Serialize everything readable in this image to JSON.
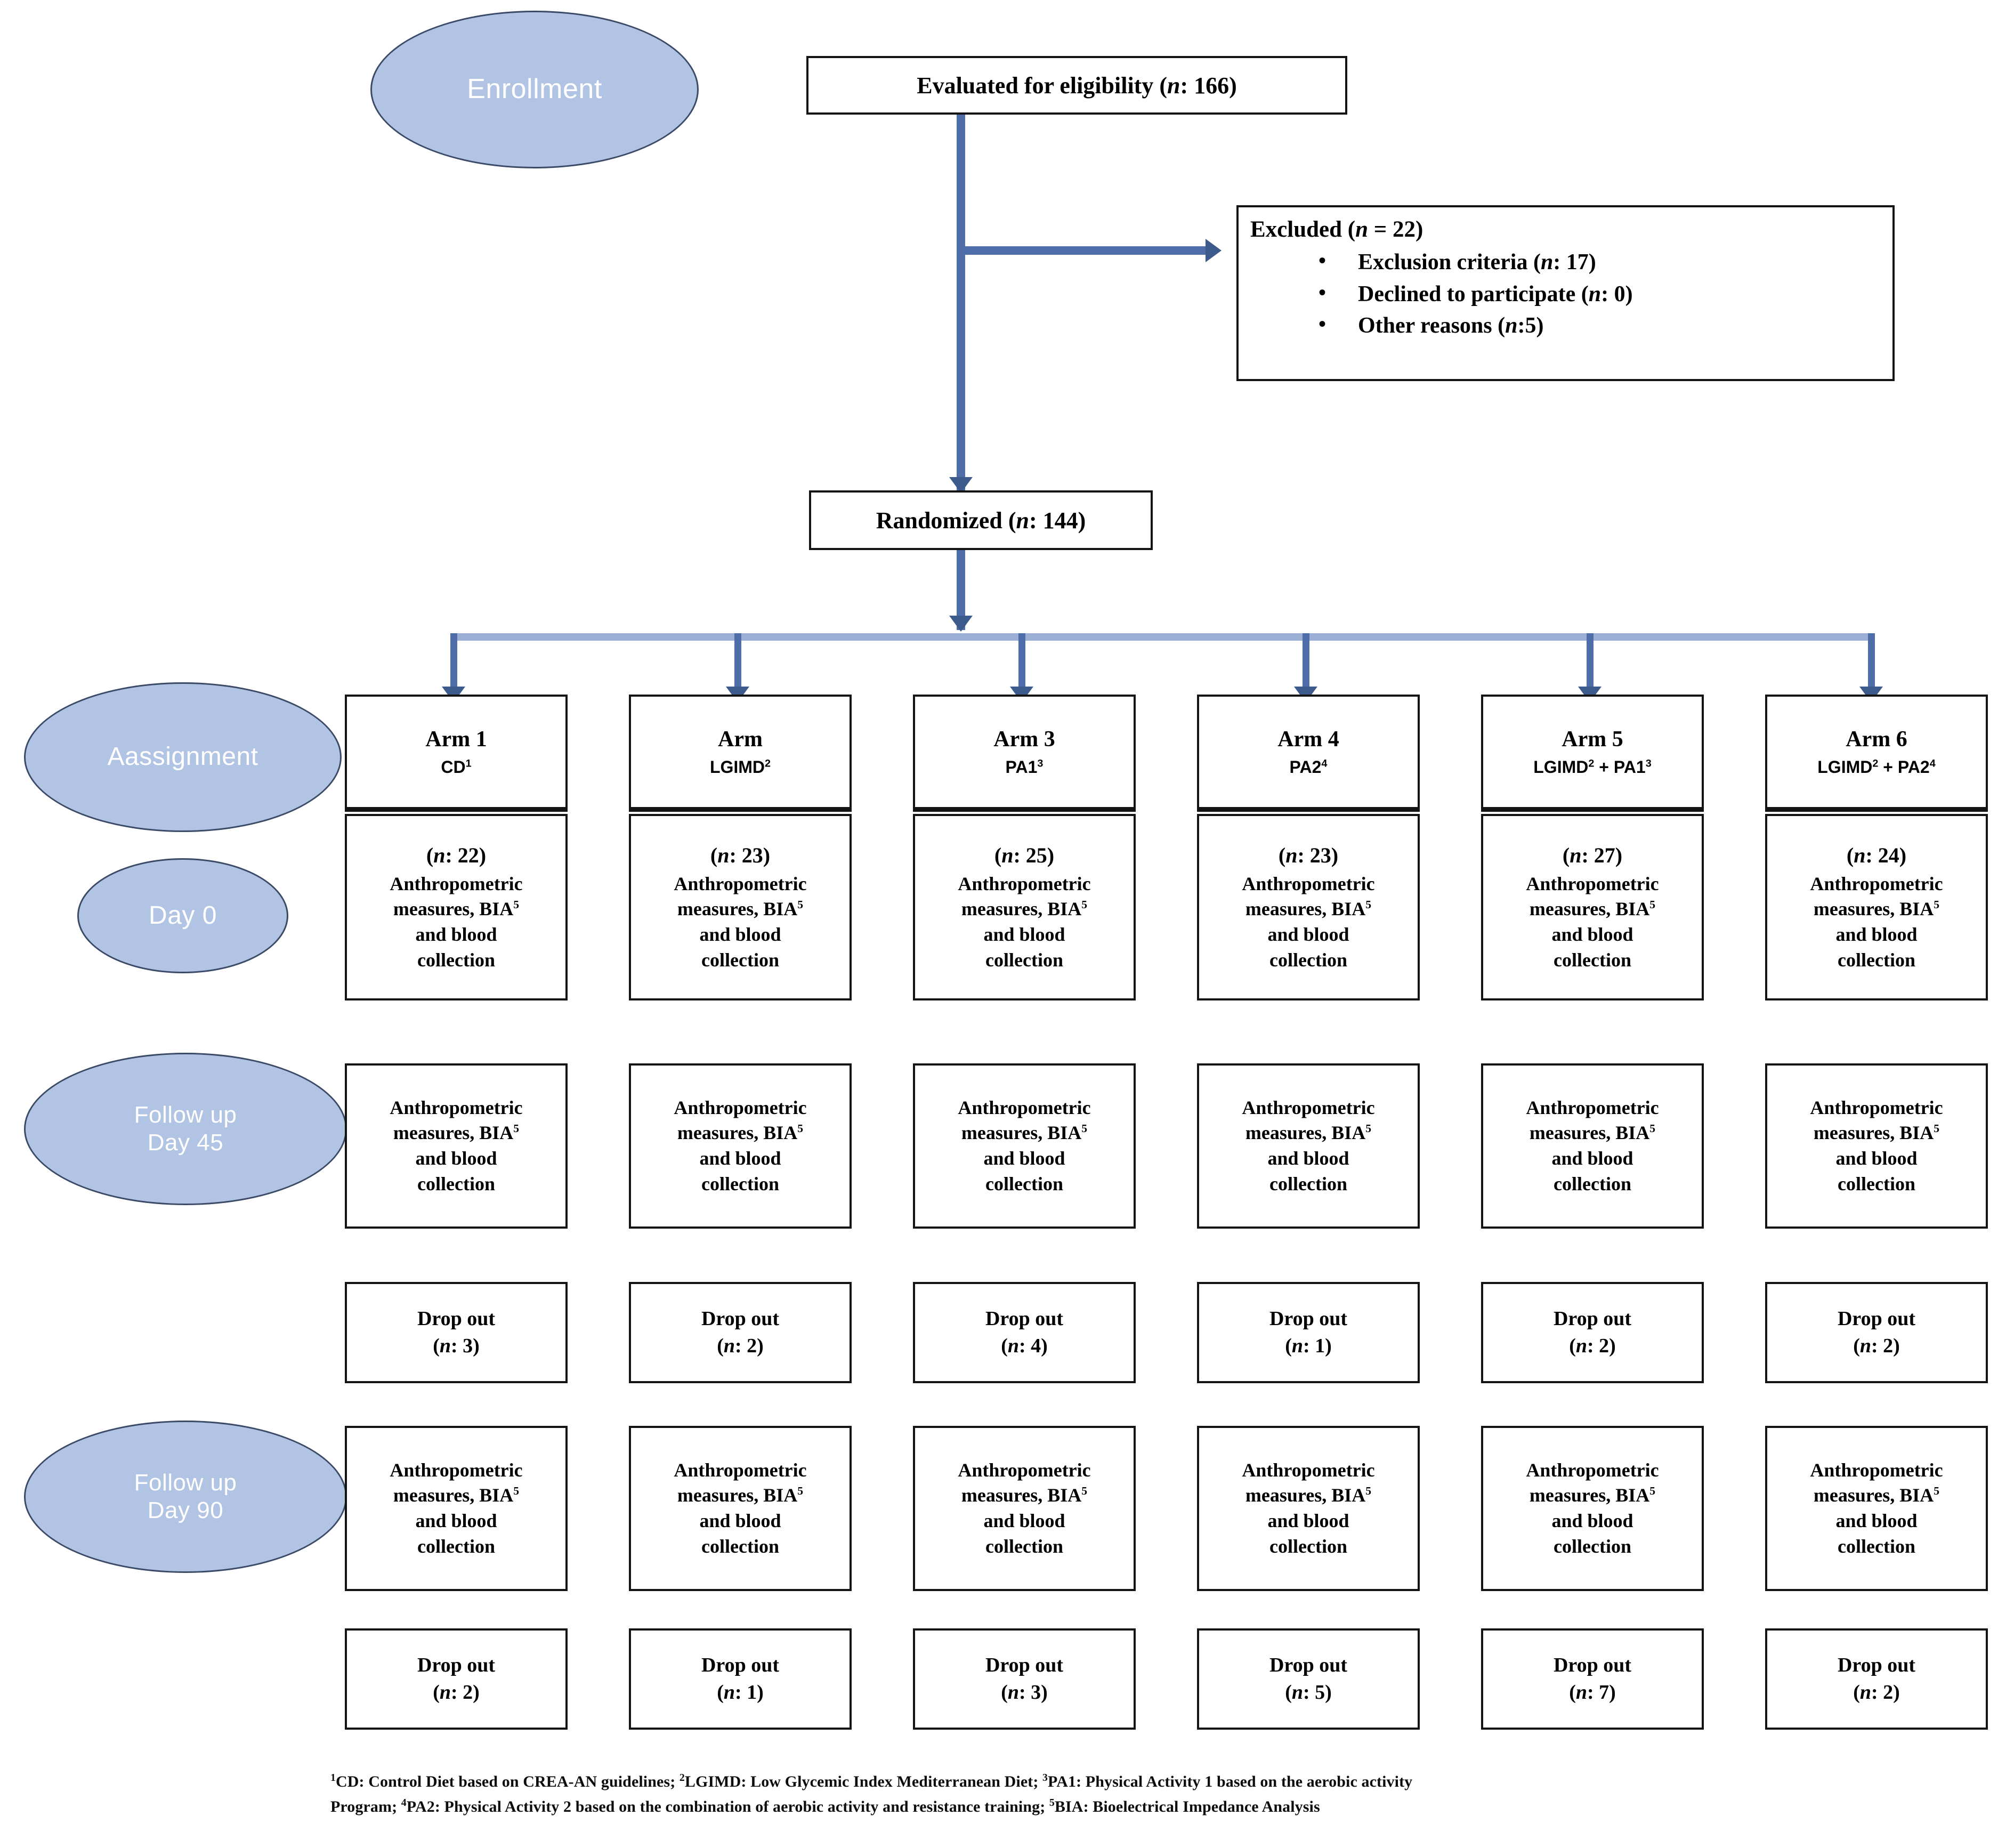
{
  "figure": {
    "type": "consort-flow-diagram",
    "accent_blue": "#4f6da8",
    "ellipse_fill": "#b2c4e4",
    "ellipse_text_color": "#ffffff",
    "box_border": "#141414"
  },
  "stages": [
    {
      "label": "Enrollment"
    },
    {
      "label": "Aassignment"
    },
    {
      "label": "Day 0"
    },
    {
      "label_line1": "Follow up",
      "label_line2": "Day 45"
    },
    {
      "label_line1": "Follow up",
      "label_line2": "Day 90"
    }
  ],
  "enrollment": {
    "eligibility_prefix": "Evaluated for eligibility (",
    "eligibility_n_italic": "n",
    "eligibility_suffix": ": 166)"
  },
  "excluded": {
    "heading_prefix": "Excluded (",
    "heading_italic": "n",
    "heading_suffix": " = 22)",
    "reasons": [
      {
        "prefix": "Exclusion criteria (",
        "italic": "n",
        "suffix": ": 17)"
      },
      {
        "prefix": "Declined to participate (",
        "italic": "n",
        "suffix": ": 0)"
      },
      {
        "prefix": "Other reasons (",
        "italic": "n",
        "suffix": ":5)"
      }
    ]
  },
  "randomized": {
    "prefix": "Randomized (",
    "italic": "n",
    "suffix": ": 144)"
  },
  "arms": [
    {
      "name": "Arm 1",
      "treatment": "CD",
      "treatment_sup": "1",
      "treatment2": "",
      "treatment2_sup": "",
      "n_prefix": "(",
      "n_italic": "n",
      "n_suffix": ": 22)",
      "dropout_day45_prefix": "(",
      "dropout_day45_italic": "n",
      "dropout_day45_suffix": ": 3)",
      "dropout_day90_prefix": "(",
      "dropout_day90_italic": "n",
      "dropout_day90_suffix": ": 2)"
    },
    {
      "name": "Arm",
      "treatment": "LGIMD",
      "treatment_sup": "2",
      "treatment2": "",
      "treatment2_sup": "",
      "n_prefix": "(",
      "n_italic": "n",
      "n_suffix": ": 23)",
      "dropout_day45_prefix": "(",
      "dropout_day45_italic": "n",
      "dropout_day45_suffix": ": 2)",
      "dropout_day90_prefix": "(",
      "dropout_day90_italic": "n",
      "dropout_day90_suffix": ": 1)"
    },
    {
      "name": "Arm 3",
      "treatment": "PA1",
      "treatment_sup": "3",
      "treatment2": "",
      "treatment2_sup": "",
      "n_prefix": "(",
      "n_italic": "n",
      "n_suffix": ": 25)",
      "dropout_day45_prefix": "(",
      "dropout_day45_italic": "n",
      "dropout_day45_suffix": ": 4)",
      "dropout_day90_prefix": "(",
      "dropout_day90_italic": "n",
      "dropout_day90_suffix": ": 3)"
    },
    {
      "name": "Arm 4",
      "treatment": "PA2",
      "treatment_sup": "4",
      "treatment2": "",
      "treatment2_sup": "",
      "n_prefix": "(",
      "n_italic": "n",
      "n_suffix": ": 23)",
      "dropout_day45_prefix": "(",
      "dropout_day45_italic": "n",
      "dropout_day45_suffix": ": 1)",
      "dropout_day90_prefix": "(",
      "dropout_day90_italic": "n",
      "dropout_day90_suffix": ": 5)"
    },
    {
      "name": "Arm 5",
      "treatment": "LGIMD",
      "treatment_sup": "2",
      "treatment2": "PA1",
      "treatment2_sup": "3",
      "n_prefix": "(",
      "n_italic": "n",
      "n_suffix": ": 27)",
      "dropout_day45_prefix": "(",
      "dropout_day45_italic": "n",
      "dropout_day45_suffix": ": 2)",
      "dropout_day90_prefix": "(",
      "dropout_day90_italic": "n",
      "dropout_day90_suffix": ": 7)"
    },
    {
      "name": "Arm 6",
      "treatment": "LGIMD",
      "treatment_sup": "2",
      "treatment2": "PA2",
      "treatment2_sup": "4",
      "n_prefix": "(",
      "n_italic": "n",
      "n_suffix": ": 24)",
      "dropout_day45_prefix": "(",
      "dropout_day45_italic": "n",
      "dropout_day45_suffix": ": 2)",
      "dropout_day90_prefix": "(",
      "dropout_day90_italic": "n",
      "dropout_day90_suffix": ": 2)"
    }
  ],
  "measures": {
    "line1": "Anthropometric",
    "line2_prefix": "measures, BIA",
    "line2_sup": "5",
    "line3": "and blood",
    "line4": "collection"
  },
  "dropout": {
    "label": "Drop out"
  },
  "footnote": {
    "line1_a": "CD: Control Diet based on CREA-AN guidelines; ",
    "line1_sup1": "1",
    "line1_sup2": "2",
    "line1_b": "LGIMD: Low Glycemic Index Mediterranean Diet; ",
    "line1_sup3": "3",
    "line1_c": "PA1: Physical Activity 1 based on the aerobic activity",
    "line2_a": "Program; ",
    "line2_sup1": "4",
    "line2_b": "PA2: Physical Activity 2 based on the combination of aerobic activity and resistance training; ",
    "line2_sup2": "5",
    "line2_c": "BIA: Bioelectrical Impedance Analysis"
  }
}
